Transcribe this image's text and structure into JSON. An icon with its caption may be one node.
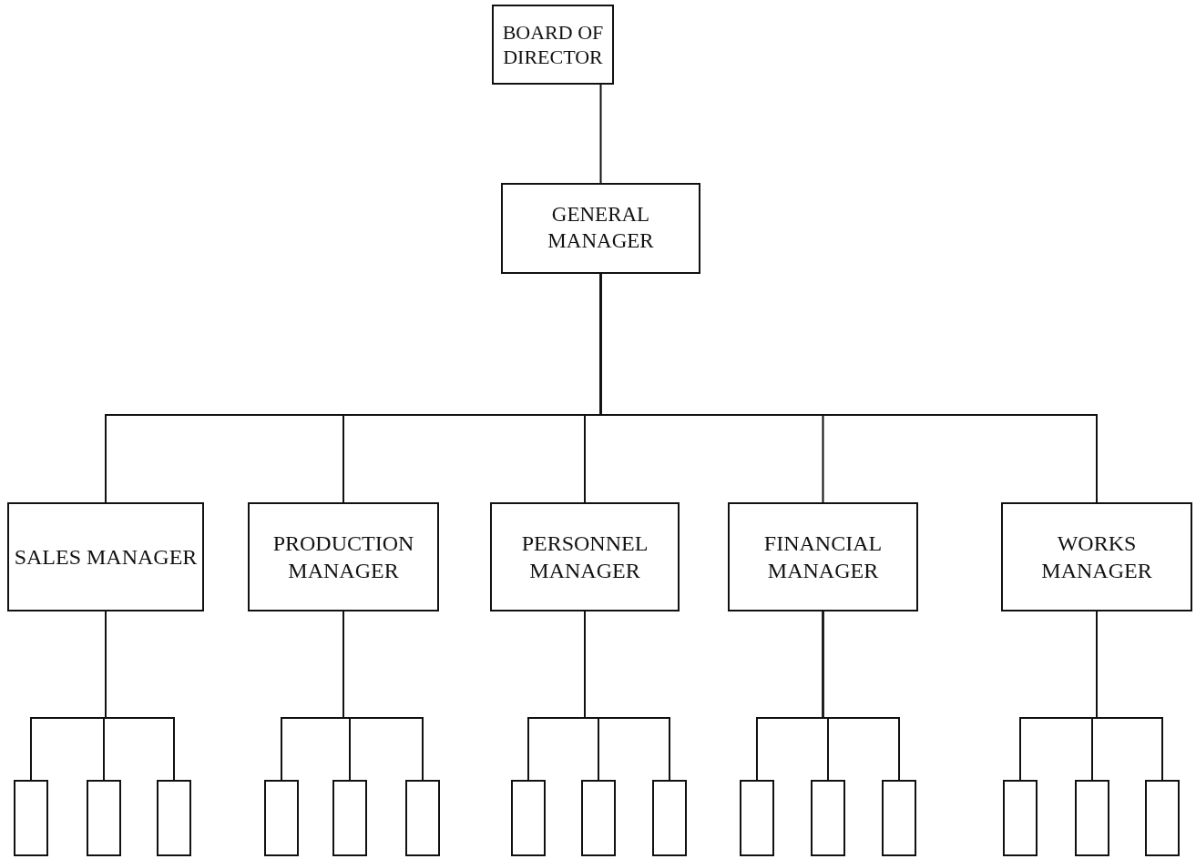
{
  "diagram": {
    "nodes": [
      {
        "text": [
          "BOARD OF DIRECTOR"
        ]
      },
      {
        "text": [
          "GENERAL MANAGER"
        ]
      },
      {
        "text": [
          "SALES MANAGER"
        ]
      },
      {
        "text": [
          "PRODUCTION MANAGER"
        ]
      },
      {
        "text": [
          "PERSONNEL MANAGER"
        ]
      },
      {
        "text": [
          "FINANCIAL MANAGER"
        ]
      },
      {
        "text": [
          "WORKS MANAGER"
        ]
      },
      {
        "text": [],
        "shape": "box"
      },
      {
        "text": [],
        "shape": "box"
      },
      {
        "text": [],
        "shape": "box"
      },
      {
        "text": [],
        "shape": "box"
      },
      {
        "text": [],
        "shape": "box"
      },
      {
        "text": [],
        "shape": "box"
      },
      {
        "text": [],
        "shape": "box"
      },
      {
        "text": [],
        "shape": "box"
      },
      {
        "text": [],
        "shape": "box"
      },
      {
        "text": [],
        "shape": "box"
      },
      {
        "text": [],
        "shape": "box"
      },
      {
        "text": [],
        "shape": "box"
      },
      {
        "text": [],
        "shape": "box"
      },
      {
        "text": [],
        "shape": "box"
      },
      {
        "text": [],
        "shape": "box"
      }
    ],
    "edges": [
      {
        "from": 0,
        "to": 1,
        "arrow": "none"
      },
      {
        "from": 1,
        "to": 2,
        "arrow": "none"
      },
      {
        "from": 1,
        "to": 3,
        "arrow": "none"
      },
      {
        "from": 1,
        "to": 4,
        "arrow": "none"
      },
      {
        "from": 1,
        "to": 5,
        "arrow": "none"
      },
      {
        "from": 1,
        "to": 6,
        "arrow": "none"
      },
      {
        "from": 2,
        "to": 7,
        "arrow": "none"
      },
      {
        "from": 2,
        "to": 8,
        "arrow": "none"
      },
      {
        "from": 2,
        "to": 9,
        "arrow": "none"
      },
      {
        "from": 3,
        "to": 10,
        "arrow": "none"
      },
      {
        "from": 3,
        "to": 11,
        "arrow": "none"
      },
      {
        "from": 3,
        "to": 12,
        "arrow": "none"
      },
      {
        "from": 4,
        "to": 13,
        "arrow": "none"
      },
      {
        "from": 4,
        "to": 14,
        "arrow": "none"
      },
      {
        "from": 4,
        "to": 15,
        "arrow": "none"
      },
      {
        "from": 5,
        "to": 16,
        "arrow": "none"
      },
      {
        "from": 5,
        "to": 17,
        "arrow": "none"
      },
      {
        "from": 5,
        "to": 18,
        "arrow": "none"
      },
      {
        "from": 6,
        "to": 19,
        "arrow": "none"
      },
      {
        "from": 6,
        "to": 20,
        "arrow": "none"
      },
      {
        "from": 6,
        "to": 21,
        "arrow": "none"
      }
    ]
  }
}
